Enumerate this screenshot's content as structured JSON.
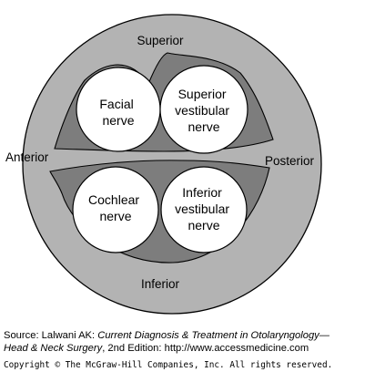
{
  "colors": {
    "outer_fill": "#b3b3b3",
    "inner_fill": "#7d7d7d",
    "nerve_fill": "#ffffff",
    "stroke": "#000000"
  },
  "labels": {
    "superior": "Superior",
    "inferior": "Inferior",
    "anterior": "Anterior",
    "posterior": "Posterior"
  },
  "nerves": {
    "facial": [
      "Facial",
      "nerve"
    ],
    "superior_vestibular": [
      "Superior",
      "vestibular",
      "nerve"
    ],
    "cochlear": [
      "Cochlear",
      "nerve"
    ],
    "inferior_vestibular": [
      "Inferior",
      "vestibular",
      "nerve"
    ]
  },
  "caption": {
    "source_prefix": "Source: Lalwani AK: ",
    "book_title_1": "Current Diagnosis & Treatment in Otolaryngology—",
    "book_title_2": "Head & Neck Surgery",
    "edition_suffix": ", 2nd Edition: http://www.accessmedicine.com",
    "copyright": "Copyright © The McGraw-Hill Companies, Inc. All rights reserved."
  }
}
